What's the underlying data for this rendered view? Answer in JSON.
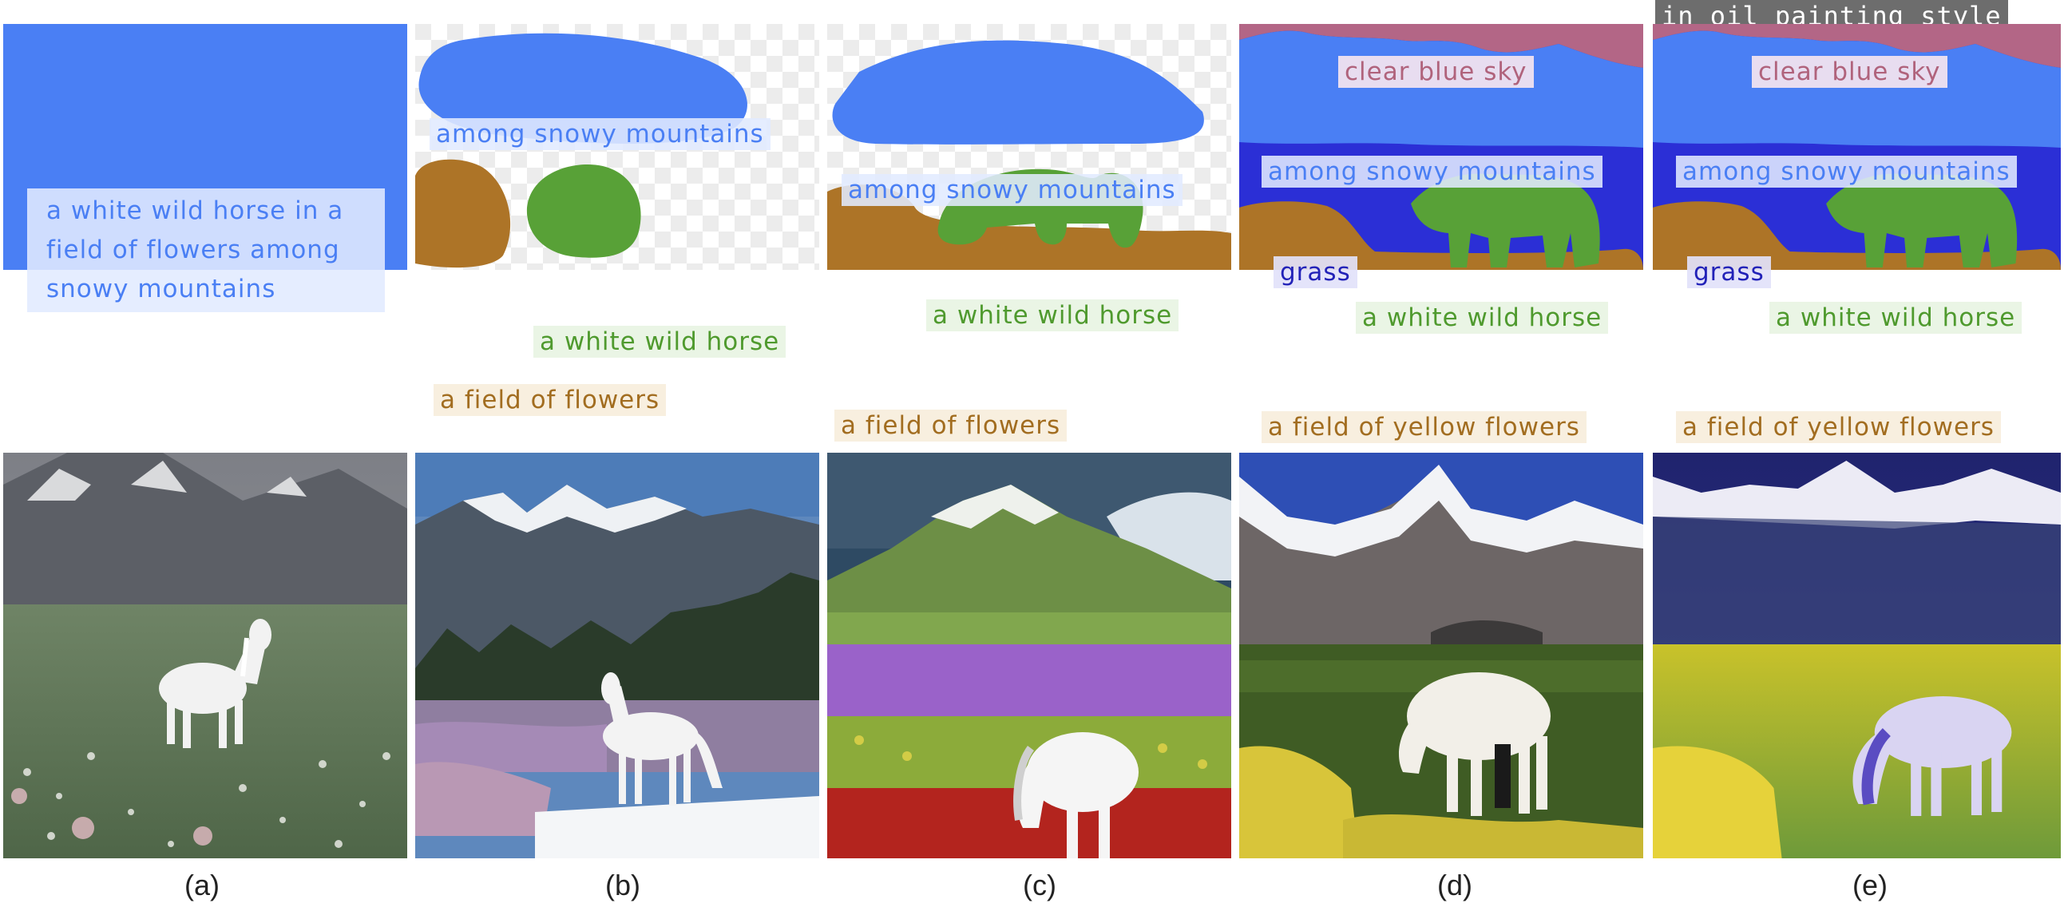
{
  "style_note": "in oil painting style",
  "captions": [
    "(a)",
    "(b)",
    "(c)",
    "(d)",
    "(e)"
  ],
  "panel_a": {
    "prompt_lines": [
      "a white wild horse in a",
      "field of flowers among",
      "snowy mountains"
    ]
  },
  "panel_b": {
    "labels": {
      "mountains": "among snowy mountains",
      "horse": "a white wild horse",
      "flowers": "a field of flowers"
    }
  },
  "panel_c": {
    "labels": {
      "mountains": "among snowy mountains",
      "horse": "a white wild horse",
      "flowers": "a field of flowers"
    }
  },
  "panel_d": {
    "labels": {
      "sky": "clear blue sky",
      "mountains": "among snowy mountains",
      "grass": "grass",
      "horse": "a white wild horse",
      "flowers": "a field of yellow flowers"
    }
  },
  "panel_e": {
    "labels": {
      "sky": "clear blue sky",
      "mountains": "among snowy mountains",
      "grass": "grass",
      "horse": "a white wild horse",
      "flowers": "a field of yellow flowers"
    }
  },
  "colors": {
    "prompt_blue": "#4a7ff4",
    "horse_green": "#58a137",
    "flowers_brown": "#ad7427",
    "grass_navy": "#2b2fd6",
    "sky_pink": "#b36686"
  }
}
